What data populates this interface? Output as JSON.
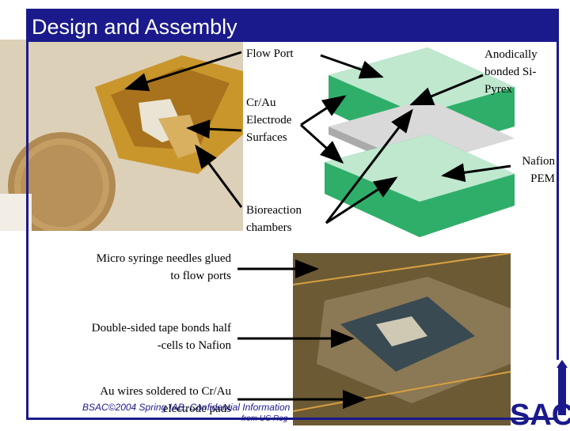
{
  "slide": {
    "title": "Design and Assembly",
    "labels": {
      "flow_port": "Flow Port",
      "anodic": [
        "Anodically",
        "bonded Si-",
        "Pyrex"
      ],
      "electrode": [
        "Cr/Au",
        "Electrode",
        "Surfaces"
      ],
      "nafion": [
        "Nafion",
        "PEM"
      ],
      "bioreaction": [
        "Bioreaction",
        "chambers"
      ],
      "syringe": [
        "Micro syringe needles glued",
        "to flow ports"
      ],
      "tape": [
        "Double-sided tape bonds  half",
        "-cells to Nafion"
      ],
      "wires": [
        "Au wires soldered to Cr/Au",
        "electrode pads"
      ]
    },
    "footer": {
      "copyright": "BSAC©2004 Spring IAB, Confidential Information",
      "footer_small": "from UC Reg"
    },
    "logo_text": "SAC"
  },
  "colors": {
    "accent": "#1a1a8c",
    "membrane_green": "#2fae6a"
  }
}
